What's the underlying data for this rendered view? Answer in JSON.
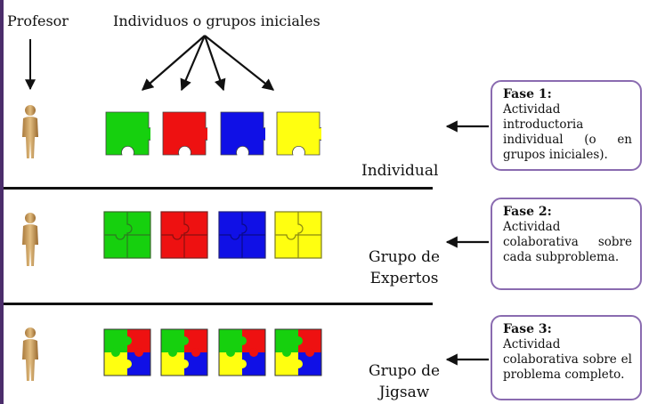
{
  "header": {
    "profesor_label": "Profesor",
    "individuos_label": "Individuos o grupos iniciales"
  },
  "rows": [
    {
      "name": "Individual",
      "phase_title": "Fase 1:",
      "phase_text": "Actividad introductoria individual (o en grupos iniciales)."
    },
    {
      "name": "Grupo de Expertos",
      "name_lines": [
        "Grupo de",
        "Expertos"
      ],
      "phase_title": "Fase 2:",
      "phase_text": "Actividad colaborativa sobre cada subproblema."
    },
    {
      "name": "Grupo de Jigsaw",
      "name_lines": [
        "Grupo de",
        "Jigsaw"
      ],
      "phase_title": "Fase 3:",
      "phase_text": "Actividad colaborativa sobre el problema completo."
    }
  ],
  "colors": {
    "green": "#16d00e",
    "red": "#ee1111",
    "blue": "#1010e6",
    "yellow": "#ffff10",
    "box_border": "#8a6bb0",
    "figure": "#c89a55"
  },
  "icons": [
    "person-icon",
    "puzzle-piece-icon",
    "arrow-icon"
  ]
}
